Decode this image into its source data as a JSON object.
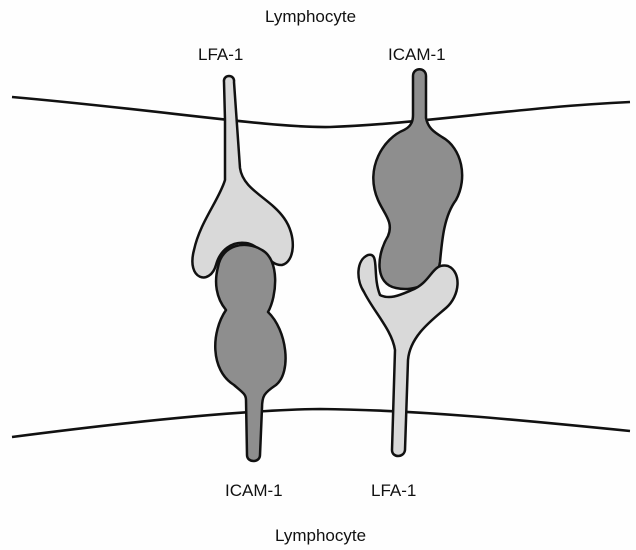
{
  "labels": {
    "top_cell": "Lymphocyte",
    "bottom_cell": "Lymphocyte",
    "lfa_top": "LFA-1",
    "icam_top": "ICAM-1",
    "icam_bottom": "ICAM-1",
    "lfa_bottom": "LFA-1"
  },
  "colors": {
    "lfa1_fill": "#d9d9d9",
    "icam1_fill": "#8e8e8e",
    "outline": "#111111",
    "background": "#fefefe"
  }
}
